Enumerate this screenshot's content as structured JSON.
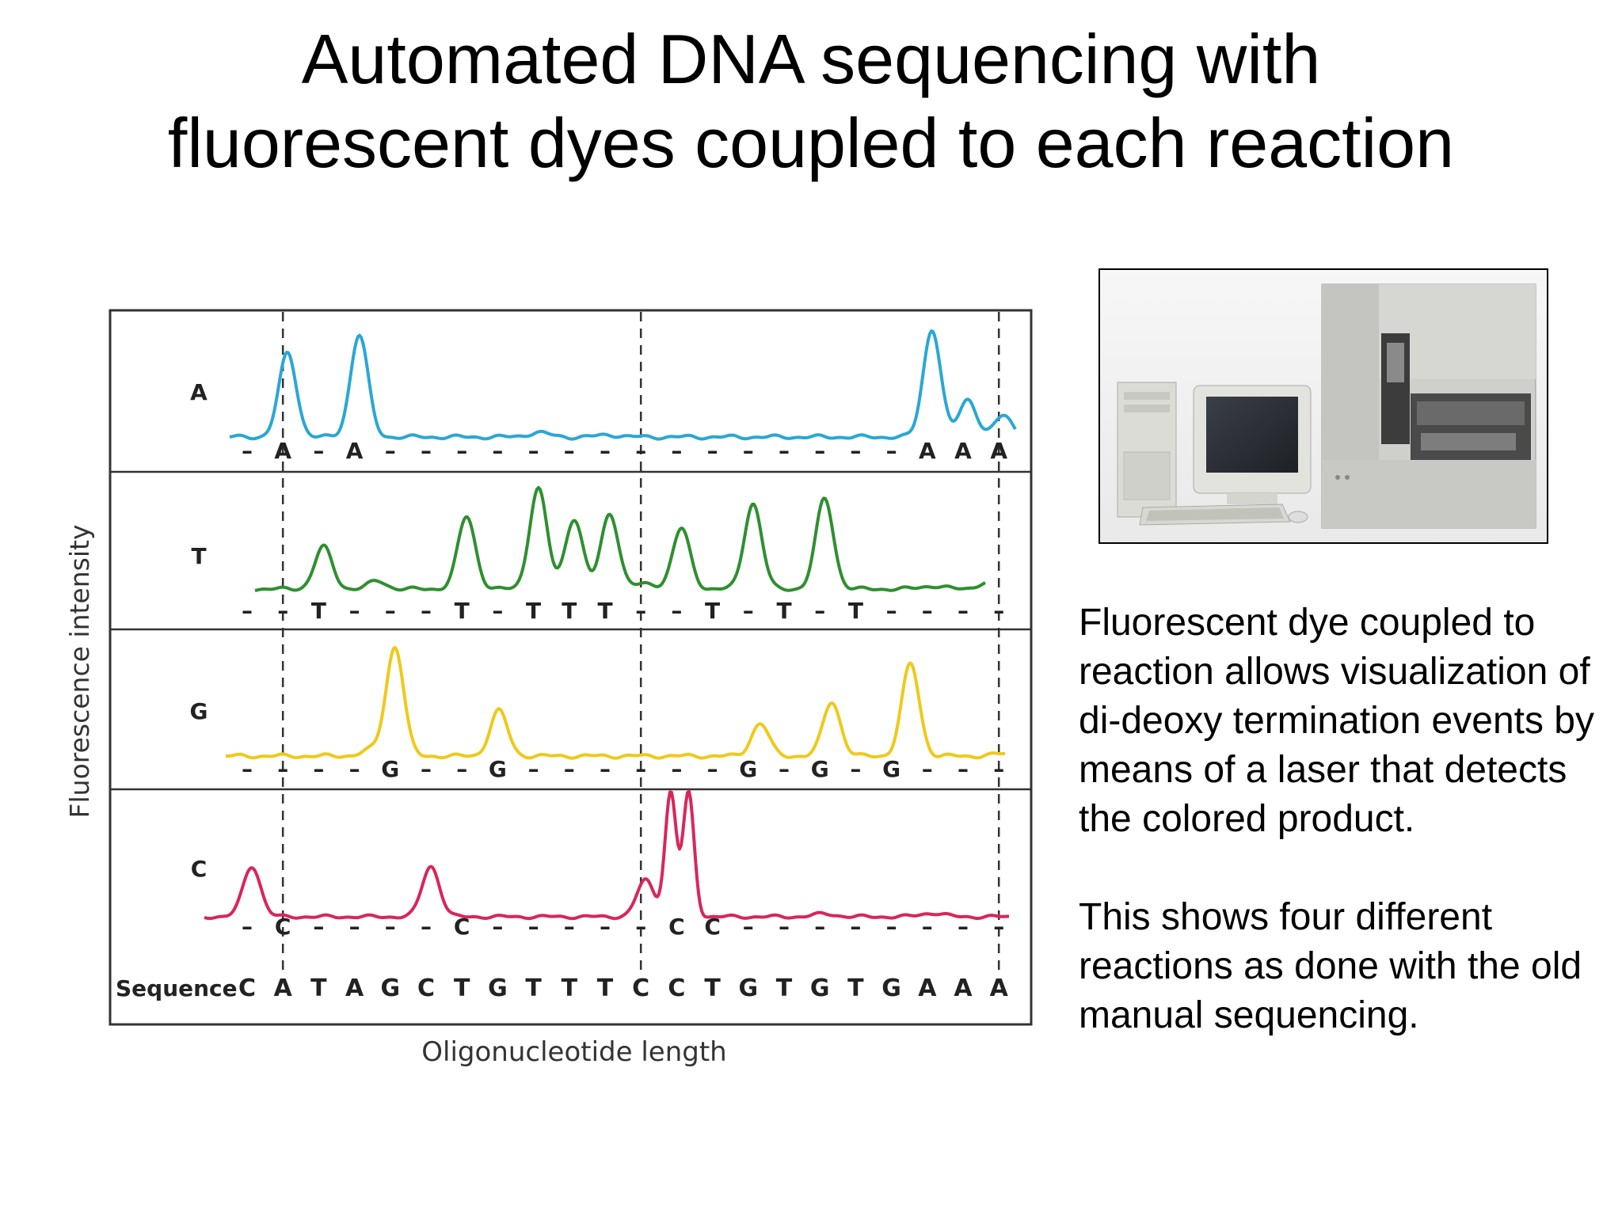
{
  "title": {
    "line1": "Automated DNA sequencing with",
    "line2": "fluorescent dyes coupled to each reaction"
  },
  "description": {
    "paragraph1": "Fluorescent dye coupled to reaction allows visualization of di-deoxy termination events by means of a laser that detects the colored product.",
    "paragraph2": "This shows four different reactions as done with the old manual sequencing."
  },
  "chart_data": {
    "type": "line",
    "ylabel": "Fluorescence intensity",
    "xlabel": "Oligonucleotide length",
    "sequence_label": "Sequence",
    "sequence": [
      "C",
      "A",
      "T",
      "A",
      "G",
      "C",
      "T",
      "G",
      "T",
      "T",
      "T",
      "C",
      "C",
      "T",
      "G",
      "T",
      "G",
      "T",
      "G",
      "A",
      "A",
      "A"
    ],
    "dashed_markers_at_positions": [
      2,
      12,
      22
    ],
    "colors": {
      "A": "#2aa7d4",
      "T": "#2f8f2f",
      "G": "#efc91b",
      "C": "#d8265a"
    },
    "series": [
      {
        "name": "A",
        "color": "#2aa7d4",
        "baseline_marks": [
          "–",
          "A",
          "–",
          "A",
          "–",
          "–",
          "–",
          "–",
          "–",
          "–",
          "–",
          "–",
          "–",
          "–",
          "–",
          "–",
          "–",
          "–",
          "–",
          "A",
          "A",
          "A"
        ],
        "peaks": [
          [
            2,
            0.78
          ],
          [
            4,
            0.95
          ],
          [
            20,
            1.0
          ],
          [
            21,
            0.35
          ],
          [
            22,
            0.2
          ]
        ],
        "noise": [
          [
            9,
            0.04
          ],
          [
            11,
            0.02
          ]
        ]
      },
      {
        "name": "T",
        "color": "#2f8f2f",
        "baseline_marks": [
          "–",
          "–",
          "T",
          "–",
          "–",
          "–",
          "T",
          "–",
          "T",
          "T",
          "T",
          "–",
          "–",
          "T",
          "–",
          "T",
          "–",
          "T",
          "–",
          "–",
          "–",
          "–"
        ],
        "peaks": [
          [
            3,
            0.42
          ],
          [
            4.5,
            0.08
          ],
          [
            7,
            0.72
          ],
          [
            9,
            1.0
          ],
          [
            10,
            0.7
          ],
          [
            11,
            0.75
          ],
          [
            13,
            0.6
          ],
          [
            15,
            0.85
          ],
          [
            17,
            0.9
          ],
          [
            21.5,
            0.06
          ]
        ],
        "noise": [
          [
            12,
            0.05
          ],
          [
            20,
            0.03
          ]
        ]
      },
      {
        "name": "G",
        "color": "#efc91b",
        "baseline_marks": [
          "–",
          "–",
          "–",
          "–",
          "G",
          "–",
          "–",
          "G",
          "–",
          "–",
          "–",
          "–",
          "–",
          "–",
          "G",
          "–",
          "G",
          "–",
          "G",
          "–",
          "–",
          "–"
        ],
        "peaks": [
          [
            5,
            1.0
          ],
          [
            7.9,
            0.42
          ],
          [
            15.2,
            0.3
          ],
          [
            17.2,
            0.5
          ],
          [
            19.4,
            0.85
          ]
        ],
        "noise": [
          [
            4.4,
            0.06
          ],
          [
            22,
            0.02
          ]
        ]
      },
      {
        "name": "C",
        "color": "#d8265a",
        "baseline_marks": [
          "–",
          "C",
          "–",
          "–",
          "–",
          "–",
          "C",
          "–",
          "–",
          "–",
          "–",
          "–",
          "C",
          "C",
          "–",
          "–",
          "–",
          "–",
          "–",
          "–",
          "–",
          "–"
        ],
        "peaks": [
          [
            1,
            0.55
          ],
          [
            6,
            0.55
          ],
          [
            12,
            0.4
          ],
          [
            12.7,
            1.35
          ],
          [
            13.2,
            1.35
          ]
        ],
        "noise": [
          [
            17,
            0.03
          ],
          [
            20,
            0.04
          ]
        ]
      }
    ]
  }
}
